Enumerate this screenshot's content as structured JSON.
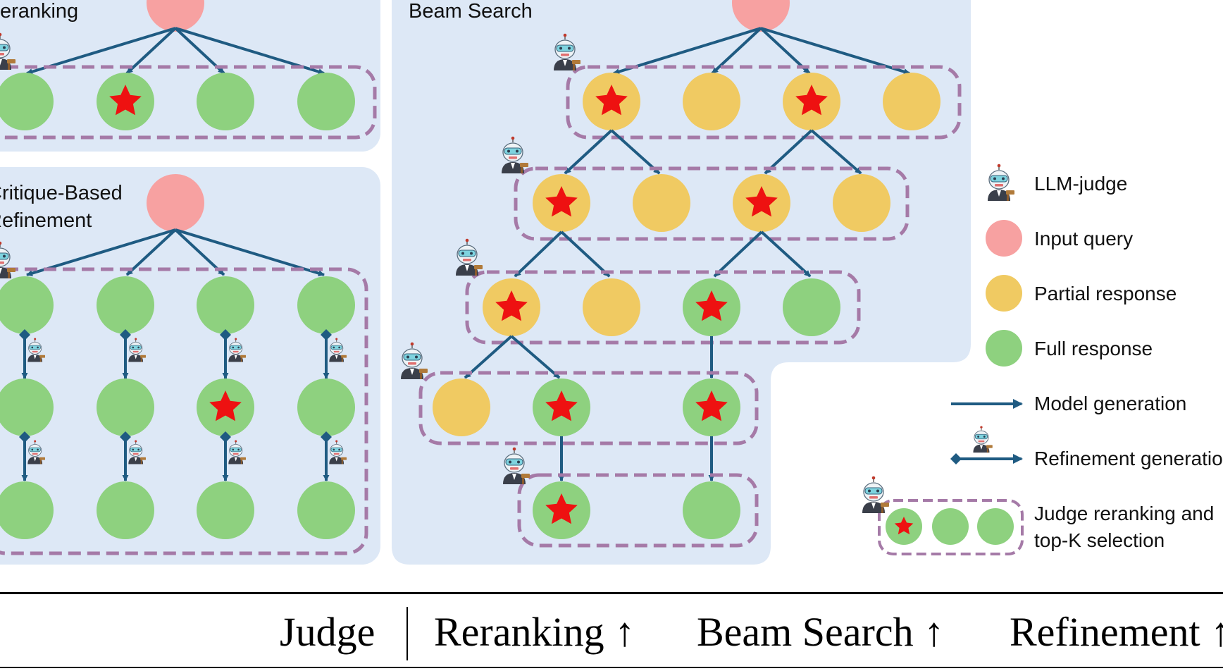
{
  "panels": {
    "reranking": {
      "title": "Reranking"
    },
    "critique": {
      "title_line1": "Critique-Based",
      "title_line2": "Refinement"
    },
    "beam": {
      "title": "Beam Search"
    }
  },
  "legend": {
    "judge": "LLM-judge",
    "input": "Input query",
    "partial": "Partial response",
    "full": "Full response",
    "model_gen": "Model generation",
    "refine_gen": "Refinement generation",
    "topk_line1": "Judge reranking and",
    "topk_line2": "top-K selection"
  },
  "table_header": {
    "judge": "Judge",
    "reranking": "Reranking ↑",
    "beam": "Beam Search ↑",
    "refinement": "Refinement ↑"
  },
  "icons": [
    "llm-judge-robot-icon",
    "selected-star-icon",
    "refinement-diamond-icon"
  ],
  "colors": {
    "panel_bg": "#dde8f6",
    "input_node": "#f7a1a1",
    "partial_node": "#f0ca62",
    "full_node": "#8ed17f",
    "arrow": "#1f5b82",
    "dashed_box": "#a57aa7",
    "star": "#ee1111"
  }
}
